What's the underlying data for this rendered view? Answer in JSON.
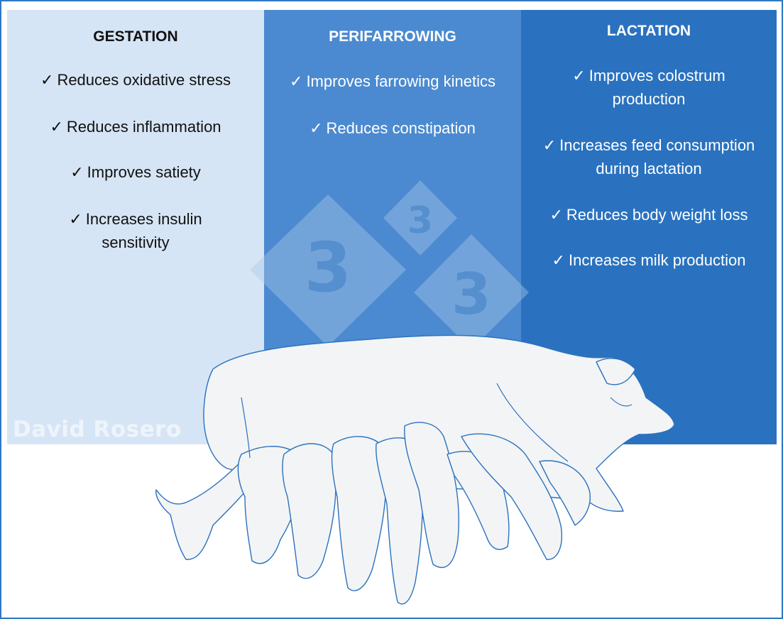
{
  "panels": [
    {
      "title": "GESTATION",
      "items": [
        "Reduces oxidative stress",
        "Reduces inflammation",
        "Improves satiety",
        "Increases insulin sensitivity"
      ],
      "color": "#d6e5f5"
    },
    {
      "title": "PERIFARROWING",
      "items": [
        "Improves farrowing kinetics",
        "Reduces constipation"
      ],
      "color": "#4b8ad0"
    },
    {
      "title": "LACTATION",
      "items": [
        "Improves colostrum production",
        "Increases feed consumption during lactation",
        "Reduces body weight loss",
        "Increases milk production"
      ],
      "color": "#2a72bf"
    }
  ],
  "check_symbol": "✓",
  "watermark": {
    "author": "David Rosero",
    "logo_digit": "3"
  },
  "colors": {
    "border": "#2f78c4",
    "outline": "#2a72bf",
    "animal_fill": "#f3f4f5"
  }
}
